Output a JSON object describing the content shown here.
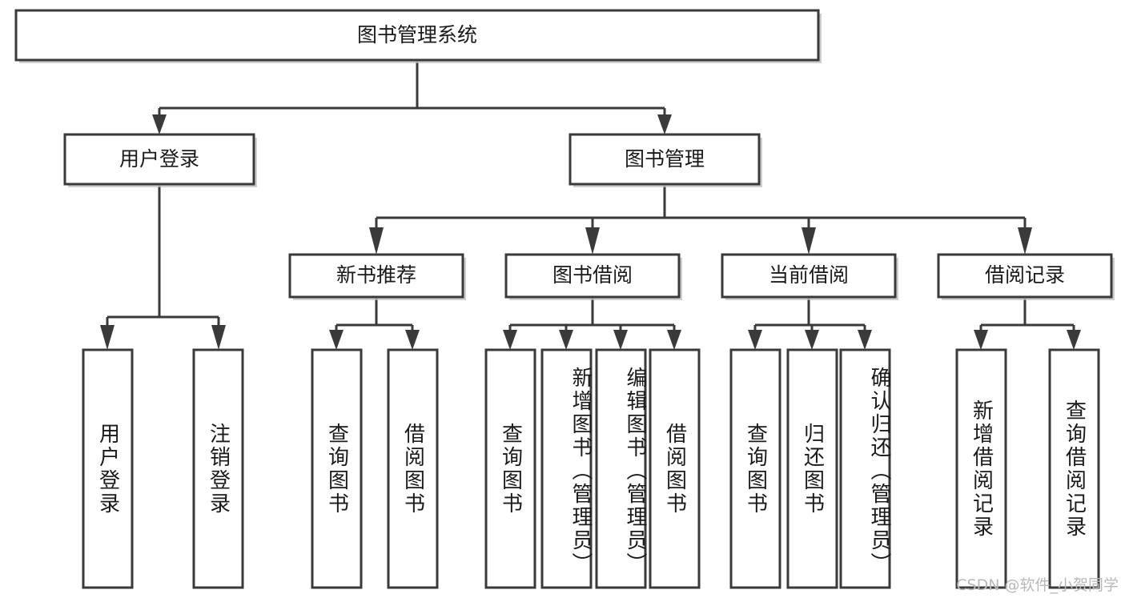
{
  "diagram": {
    "title": "图书管理系统",
    "type": "tree-hierarchy",
    "root": {
      "label": "图书管理系统"
    },
    "level2": [
      {
        "label": "用户登录"
      },
      {
        "label": "图书管理"
      }
    ],
    "level3": [
      {
        "label": "新书推荐",
        "parent": "图书管理"
      },
      {
        "label": "图书借阅",
        "parent": "图书管理"
      },
      {
        "label": "当前借阅",
        "parent": "图书管理"
      },
      {
        "label": "借阅记录",
        "parent": "图书管理"
      }
    ],
    "leaves": [
      {
        "label": "用户登录",
        "parent": "用户登录"
      },
      {
        "label": "注销登录",
        "parent": "用户登录"
      },
      {
        "label": "查询图书",
        "parent": "新书推荐"
      },
      {
        "label": "借阅图书",
        "parent": "新书推荐"
      },
      {
        "label": "查询图书",
        "parent": "图书借阅"
      },
      {
        "label": "新增图书（管理员）",
        "parent": "图书借阅"
      },
      {
        "label": "编辑图书（管理员）",
        "parent": "图书借阅"
      },
      {
        "label": "借阅图书",
        "parent": "图书借阅"
      },
      {
        "label": "查询图书",
        "parent": "当前借阅"
      },
      {
        "label": "归还图书",
        "parent": "当前借阅"
      },
      {
        "label": "确认归还（管理员）",
        "parent": "当前借阅"
      },
      {
        "label": "新增借阅记录",
        "parent": "借阅记录"
      },
      {
        "label": "查询借阅记录",
        "parent": "借阅记录"
      }
    ],
    "watermark": "CSDN @软件_小贺同学",
    "colors": {
      "box_stroke": "#3a3a3a",
      "box_fill": "#ffffff",
      "text": "#1a1a1a",
      "connector": "#3a3a3a",
      "shadow": "#bfbfbf",
      "watermark": "#b9b9b9",
      "background": "#ffffff"
    }
  }
}
